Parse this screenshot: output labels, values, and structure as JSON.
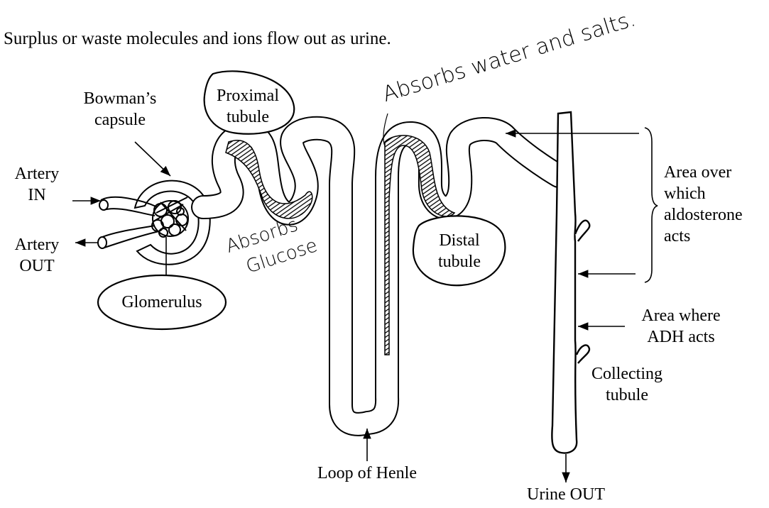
{
  "caption": "Surplus or waste molecules and ions flow out as urine.",
  "labels": {
    "bowmans_capsule": [
      "Bowman’s",
      "capsule"
    ],
    "artery_in": [
      "Artery",
      "IN"
    ],
    "artery_out": [
      "Artery",
      "OUT"
    ],
    "glomerulus": "Glomerulus",
    "proximal_tubule": [
      "Proximal",
      "tubule"
    ],
    "distal_tubule": [
      "Distal",
      "tubule"
    ],
    "loop_of_henle": "Loop of Henle",
    "urine_out": "Urine OUT",
    "aldosterone_area": [
      "Area over",
      "which",
      "aldosterone",
      "acts"
    ],
    "adh_area": [
      "Area where",
      "ADH acts"
    ],
    "collecting_tubule": [
      "Collecting",
      "tubule"
    ]
  },
  "handwritten": {
    "top_note": "Absorbs water and salts.",
    "side_note": [
      "Absorbs",
      "Glucose"
    ]
  },
  "colors": {
    "ink": "#000000",
    "background": "#ffffff"
  }
}
